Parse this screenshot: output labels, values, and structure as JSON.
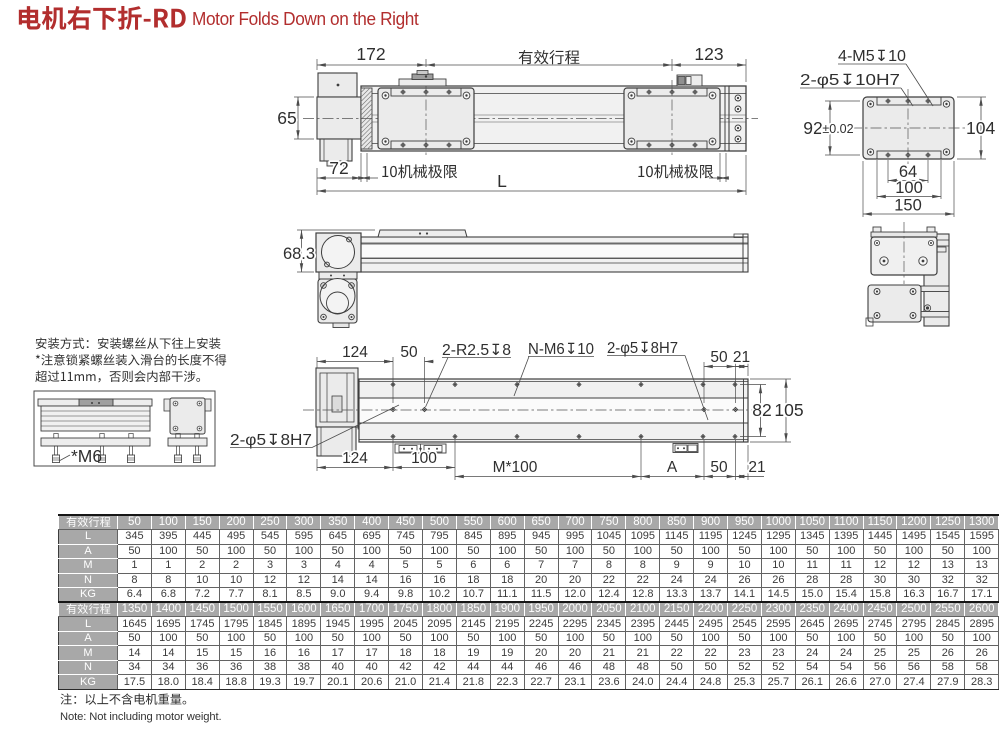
{
  "title": {
    "cn": "电机右下折-RD",
    "en": "Motor Folds Down on the Right"
  },
  "colors": {
    "accent_red": "#b22e2e",
    "line_dark": "#3f3f3f",
    "fill_light": "#efefef",
    "table_header_bg": "#a8a8a8",
    "table_text": "#3b3b3b"
  },
  "plan_view": {
    "dim_172": "172",
    "stroke_label": "有效行程",
    "dim_123": "123",
    "dim_65": "65",
    "dim_72": "72",
    "mech_limit_left": "10机械极限",
    "mech_limit_right": "10机械极限",
    "dim_L": "L"
  },
  "slider_view": {
    "label_m5": "4-M5↧10",
    "label_h7": "2-φ5↧10H7",
    "dim_92": "92",
    "dim_92_tol": "±0.02",
    "dim_104": "104",
    "dim_64": "64",
    "dim_100": "100",
    "dim_150": "150"
  },
  "side_view": {
    "dim_683": "68.3"
  },
  "bottom_view": {
    "dim_124_top": "124",
    "dim_50_top": "50",
    "label_r25": "2-R2.5↧8",
    "label_nm6": "N-M6↧10",
    "label_h7_right": "2-φ5↧8H7",
    "dim_50_tr": "50",
    "dim_21_tr": "21",
    "dim_82": "82",
    "dim_105": "105",
    "label_h7_left": "2-φ5↧8H7",
    "dim_124_bot": "124",
    "dim_100_bot": "100",
    "dim_m100": "M*100",
    "dim_A": "A",
    "dim_50_br": "50",
    "dim_21_br": "21"
  },
  "install": {
    "line1": "安装方式：安装螺丝从下往上安装",
    "line2": "*注意锁紧螺丝装入滑台的长度不得",
    "line3": "超过11mm，否则会内部干涉。",
    "label_m6": "*M6"
  },
  "table": {
    "row_labels": [
      "有效行程",
      "L",
      "A",
      "M",
      "N",
      "KG"
    ],
    "blocks": [
      {
        "stroke": [
          "50",
          "100",
          "150",
          "200",
          "250",
          "300",
          "350",
          "400",
          "450",
          "500",
          "550",
          "600",
          "650",
          "700",
          "750",
          "800",
          "850",
          "900",
          "950",
          "1000",
          "1050",
          "1100",
          "1150",
          "1200",
          "1250",
          "1300"
        ],
        "L": [
          "345",
          "395",
          "445",
          "495",
          "545",
          "595",
          "645",
          "695",
          "745",
          "795",
          "845",
          "895",
          "945",
          "995",
          "1045",
          "1095",
          "1145",
          "1195",
          "1245",
          "1295",
          "1345",
          "1395",
          "1445",
          "1495",
          "1545",
          "1595"
        ],
        "A": [
          "50",
          "100",
          "50",
          "100",
          "50",
          "100",
          "50",
          "100",
          "50",
          "100",
          "50",
          "100",
          "50",
          "100",
          "50",
          "100",
          "50",
          "100",
          "50",
          "100",
          "50",
          "100",
          "50",
          "100",
          "50",
          "100"
        ],
        "M": [
          "1",
          "1",
          "2",
          "2",
          "3",
          "3",
          "4",
          "4",
          "5",
          "5",
          "6",
          "6",
          "7",
          "7",
          "8",
          "8",
          "9",
          "9",
          "10",
          "10",
          "11",
          "11",
          "12",
          "12",
          "13",
          "13"
        ],
        "N": [
          "8",
          "8",
          "10",
          "10",
          "12",
          "12",
          "14",
          "14",
          "16",
          "16",
          "18",
          "18",
          "20",
          "20",
          "22",
          "22",
          "24",
          "24",
          "26",
          "26",
          "28",
          "28",
          "30",
          "30",
          "32",
          "32"
        ],
        "KG": [
          "6.4",
          "6.8",
          "7.2",
          "7.7",
          "8.1",
          "8.5",
          "9.0",
          "9.4",
          "9.8",
          "10.2",
          "10.7",
          "11.1",
          "11.5",
          "12.0",
          "12.4",
          "12.8",
          "13.3",
          "13.7",
          "14.1",
          "14.5",
          "15.0",
          "15.4",
          "15.8",
          "16.3",
          "16.7",
          "17.1"
        ]
      },
      {
        "stroke": [
          "1350",
          "1400",
          "1450",
          "1500",
          "1550",
          "1600",
          "1650",
          "1700",
          "1750",
          "1800",
          "1850",
          "1900",
          "1950",
          "2000",
          "2050",
          "2100",
          "2150",
          "2200",
          "2250",
          "2300",
          "2350",
          "2400",
          "2450",
          "2500",
          "2550",
          "2600"
        ],
        "L": [
          "1645",
          "1695",
          "1745",
          "1795",
          "1845",
          "1895",
          "1945",
          "1995",
          "2045",
          "2095",
          "2145",
          "2195",
          "2245",
          "2295",
          "2345",
          "2395",
          "2445",
          "2495",
          "2545",
          "2595",
          "2645",
          "2695",
          "2745",
          "2795",
          "2845",
          "2895"
        ],
        "A": [
          "50",
          "100",
          "50",
          "100",
          "50",
          "100",
          "50",
          "100",
          "50",
          "100",
          "50",
          "100",
          "50",
          "100",
          "50",
          "100",
          "50",
          "100",
          "50",
          "100",
          "50",
          "100",
          "50",
          "100",
          "50",
          "100"
        ],
        "M": [
          "14",
          "14",
          "15",
          "15",
          "16",
          "16",
          "17",
          "17",
          "18",
          "18",
          "19",
          "19",
          "20",
          "20",
          "21",
          "21",
          "22",
          "22",
          "23",
          "23",
          "24",
          "24",
          "25",
          "25",
          "26",
          "26"
        ],
        "N": [
          "34",
          "34",
          "36",
          "36",
          "38",
          "38",
          "40",
          "40",
          "42",
          "42",
          "44",
          "44",
          "46",
          "46",
          "48",
          "48",
          "50",
          "50",
          "52",
          "52",
          "54",
          "54",
          "56",
          "56",
          "58",
          "58"
        ],
        "KG": [
          "17.5",
          "18.0",
          "18.4",
          "18.8",
          "19.3",
          "19.7",
          "20.1",
          "20.6",
          "21.0",
          "21.4",
          "21.8",
          "22.3",
          "22.7",
          "23.1",
          "23.6",
          "24.0",
          "24.4",
          "24.8",
          "25.3",
          "25.7",
          "26.1",
          "26.6",
          "27.0",
          "27.4",
          "27.9",
          "28.3"
        ]
      }
    ]
  },
  "notes": {
    "cn": "注：以上不含电机重量。",
    "en": "Note: Not including motor weight."
  }
}
